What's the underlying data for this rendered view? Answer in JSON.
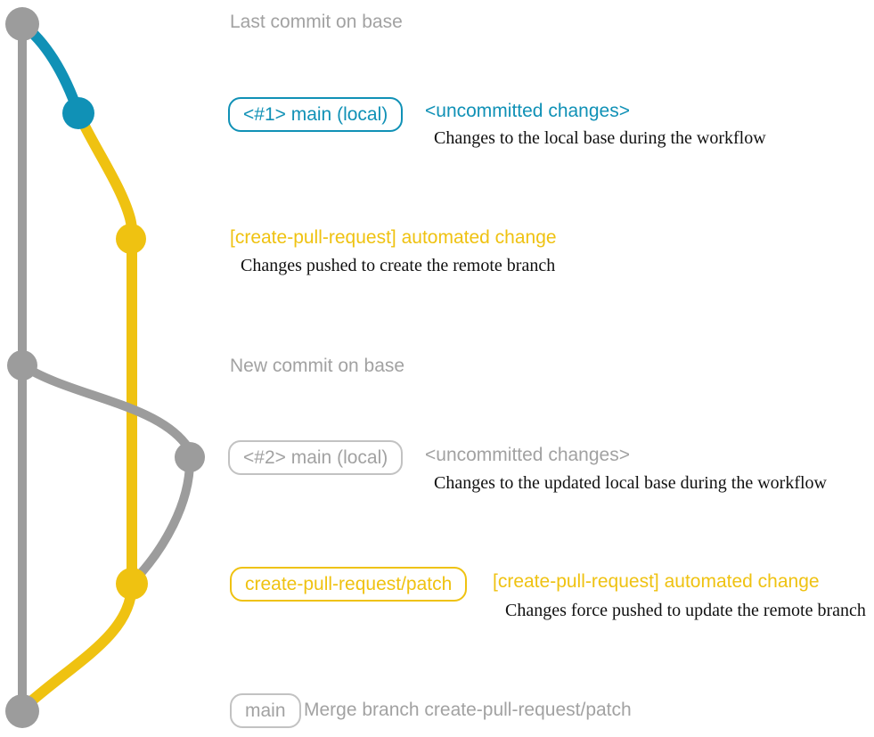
{
  "colors": {
    "gray-line": "#9c9c9c",
    "gray-text": "#a2a2a2",
    "gray-border": "#c2c2c2",
    "teal": "#1091b6",
    "yellow": "#efc211",
    "description-text": "#111111"
  },
  "rows": {
    "last_commit": {
      "label": "Last commit on base"
    },
    "main_local_1": {
      "badge": "<#1> main (local)",
      "annotation": "<uncommitted changes>",
      "description": "Changes to the local base during the workflow"
    },
    "automated_change_1": {
      "annotation": "[create-pull-request] automated change",
      "description": "Changes pushed to create the remote branch"
    },
    "new_commit": {
      "label": "New commit on base"
    },
    "main_local_2": {
      "badge": "<#2> main (local)",
      "annotation": "<uncommitted changes>",
      "description": "Changes to the updated local base during the workflow"
    },
    "patch_branch": {
      "badge": "create-pull-request/patch",
      "annotation": "[create-pull-request] automated change",
      "description": "Changes force pushed to update the remote branch"
    },
    "merge": {
      "badge": "main",
      "label": "Merge branch create-pull-request/patch"
    }
  }
}
